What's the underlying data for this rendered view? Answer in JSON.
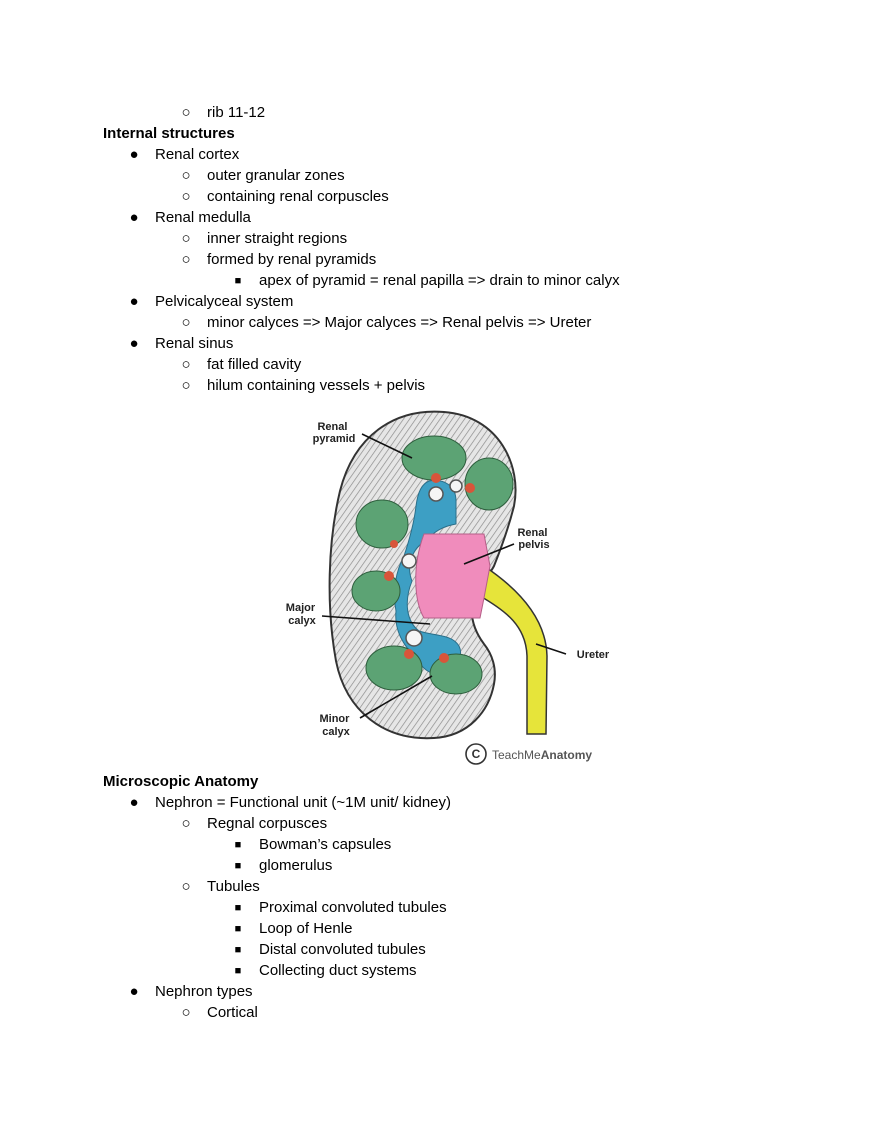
{
  "top": {
    "rib": "rib 11-12"
  },
  "internal": {
    "heading": "Internal structures",
    "cortex": {
      "label": "Renal cortex",
      "items": [
        "outer granular zones",
        "containing renal corpuscles"
      ]
    },
    "medulla": {
      "label": "Renal medulla",
      "items": [
        "inner straight regions",
        "formed by renal pyramids"
      ],
      "sub": "apex of pyramid = renal papilla => drain to minor calyx"
    },
    "pelvi": {
      "label": "Pelvicalyceal system",
      "items": [
        "minor calyces => Major calyces => Renal pelvis => Ureter"
      ]
    },
    "sinus": {
      "label": "Renal sinus",
      "items": [
        "fat filled cavity",
        "hilum containing vessels + pelvis"
      ]
    }
  },
  "figure": {
    "labels": {
      "pyramid": [
        "Renal",
        "pyramid"
      ],
      "pelvis": [
        "Renal",
        "pelvis"
      ],
      "major": [
        "Major",
        "calyx"
      ],
      "minor": [
        "Minor",
        "calyx"
      ],
      "ureter": "Ureter"
    },
    "watermark": {
      "brand_plain": "TeachMe",
      "brand_bold": "Anatomy",
      "symbol": "C"
    },
    "colors": {
      "pyramid": "#5ca374",
      "calyx": "#3d9fc4",
      "pelvis": "#f08cbc",
      "ureter": "#e6e43a",
      "cortex": "#c9c9c9"
    }
  },
  "micro": {
    "heading": "Microscopic Anatomy",
    "nephron": "Nephron = Functional unit (~1M unit/ kidney)",
    "corpuscles": {
      "label": "Regnal corpusces",
      "items": [
        "Bowman’s capsules",
        "glomerulus"
      ]
    },
    "tubules": {
      "label": "Tubules",
      "items": [
        "Proximal convoluted tubules",
        "Loop of Henle",
        "Distal convoluted tubules",
        "Collecting duct systems"
      ]
    },
    "types": {
      "label": "Nephron types",
      "items": [
        "Cortical"
      ]
    }
  },
  "bullets": {
    "level1": "●",
    "level2": "○",
    "level3": "■"
  }
}
